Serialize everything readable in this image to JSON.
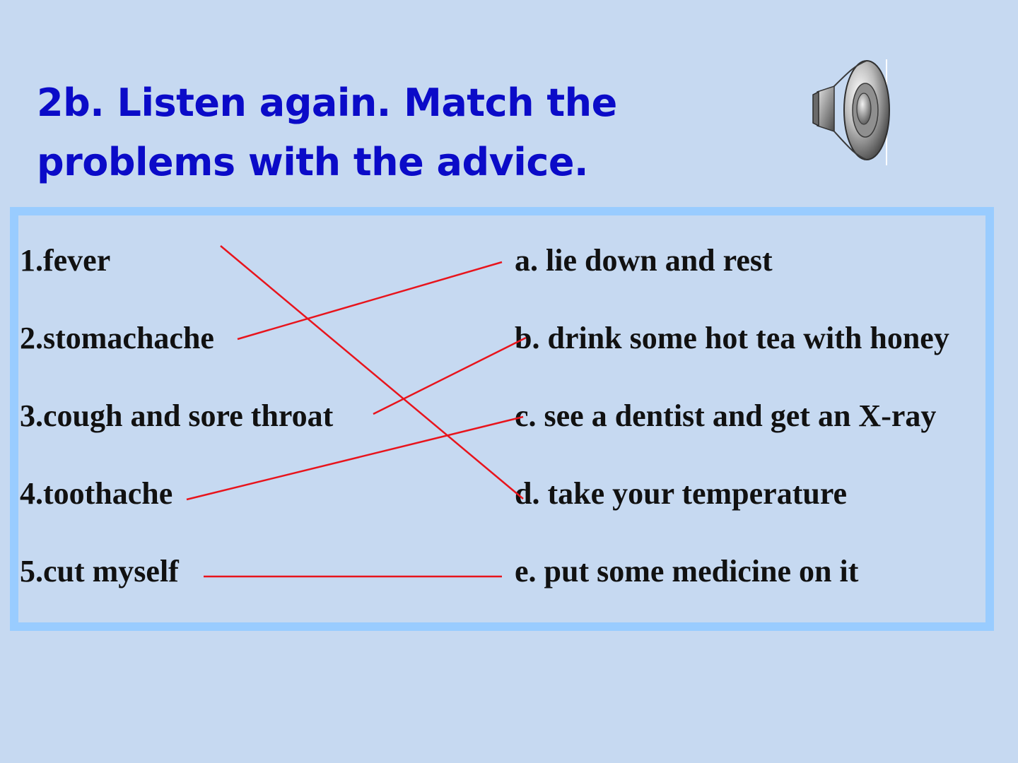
{
  "slide": {
    "title_line1": "2b. Listen again. Match the",
    "title_line2": "problems with the advice.",
    "speaker_icon": "speaker-icon"
  },
  "problems": [
    {
      "label": "1.fever"
    },
    {
      "label": "2.stomachache"
    },
    {
      "label": "3.cough and sore throat"
    },
    {
      "label": "4.toothache"
    },
    {
      "label": "5.cut myself"
    }
  ],
  "advice": [
    {
      "label": "a. lie down and rest"
    },
    {
      "label": "b. drink some hot tea with honey"
    },
    {
      "label": "c. see a dentist and get an X-ray"
    },
    {
      "label": "d. take your temperature"
    },
    {
      "label": "e. put some medicine on it"
    }
  ],
  "matches": [
    {
      "problem": "1.fever",
      "advice": "d. take your temperature"
    },
    {
      "problem": "2.stomachache",
      "advice": "a. lie down and rest"
    },
    {
      "problem": "3.cough and sore throat",
      "advice": "b. drink some hot tea with honey"
    },
    {
      "problem": "4.toothache",
      "advice": "c. see a dentist and get an X-ray"
    },
    {
      "problem": "5.cut myself",
      "advice": "e. put some medicine on it"
    }
  ],
  "colors": {
    "background": "#c6d9f1",
    "title": "#0b0bc8",
    "panel_border": "#99ccff",
    "match_line": "#e8141c",
    "text": "#111111"
  }
}
